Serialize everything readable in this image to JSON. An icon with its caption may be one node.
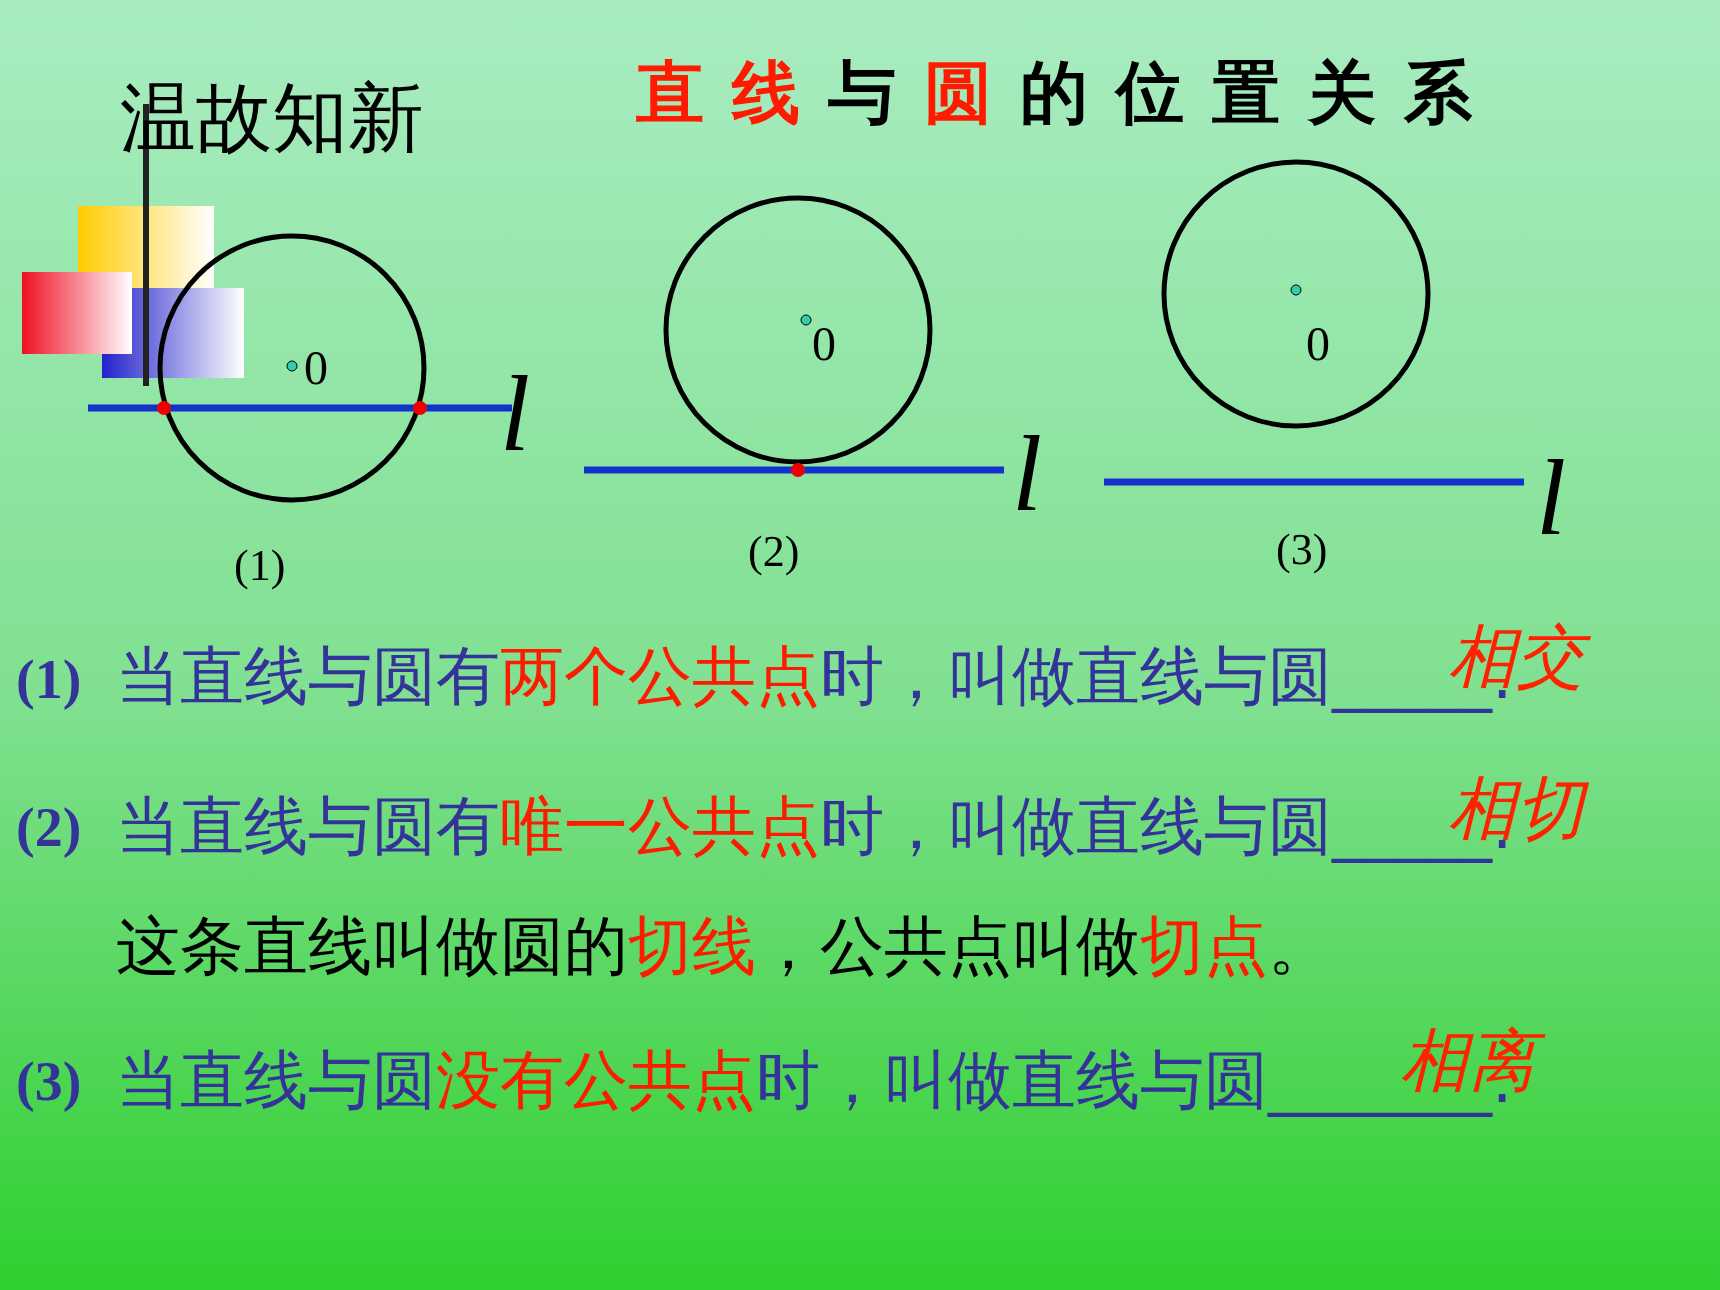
{
  "diagram": {
    "title": "**直线**与**圆**的位置关系",
    "labels": [
      "温故知新",
      "0",
      "l",
      "(1)",
      "0",
      "l",
      "(2)",
      "0",
      "l",
      "(3)",
      "(1)",
      "当直线与圆有**两个公共点**时，叫做直线与圆_____.",
      "相交",
      "(2)",
      "当直线与圆有**唯一公共点**时，叫做直线与圆_____.",
      "相切",
      "这条直线叫做圆的**切线**，公共点叫做**切点**。",
      "(3)",
      "当直线与圆**没有公共点**时，叫做直线与圆_______.",
      "相离"
    ]
  }
}
